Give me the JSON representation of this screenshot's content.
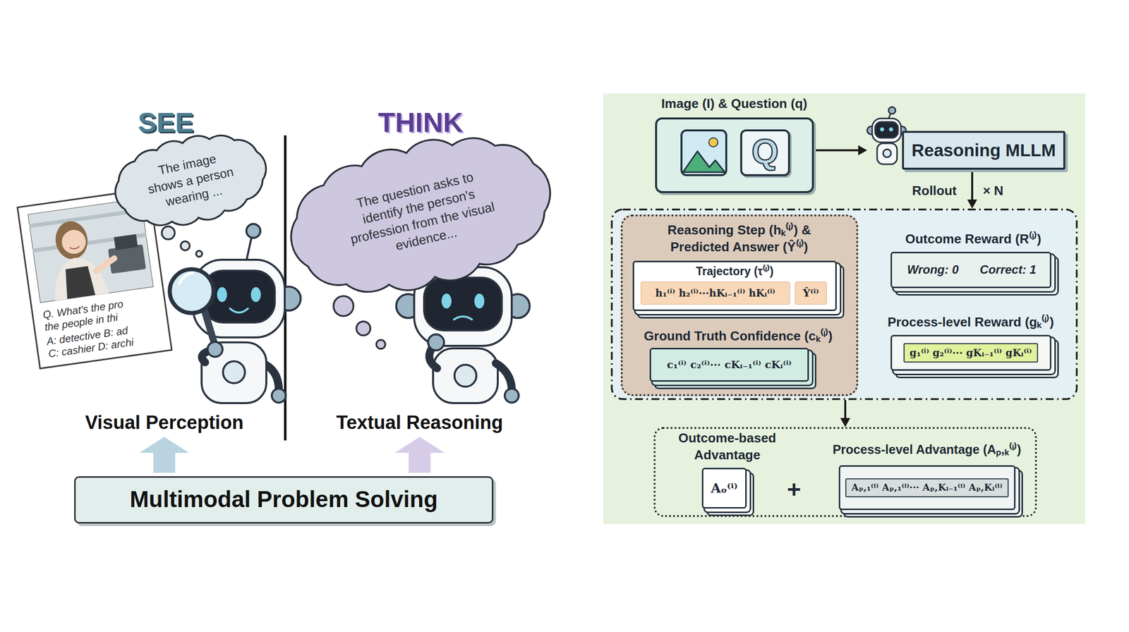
{
  "diagram": {
    "nodes": [
      {
        "text": [
          "Q. What's the pro the people in thi",
          "A: detective B: ad C: cashier D: archi"
        ]
      },
      {
        "text": [
          "The image shows a person wearing ..."
        ]
      },
      {
        "text": [
          "The question asks to identify the person's profession from the visual evidence..."
        ]
      },
      {
        "text": [
          "Multimodal Problem Solving"
        ]
      },
      {
        "text": [
          "Image (I) & Question (q)"
        ]
      },
      {
        "text": [
          "Q"
        ],
        "in": 4
      },
      {
        "text": [
          "Reasoning MLLM"
        ]
      },
      {
        "text": [
          "Rollout",
          "× N"
        ]
      },
      {
        "text": [
          "Reasoning Step (hₖ⁽ⁱ⁾) & Predicted Answer (Ŷ⁽ⁱ⁾)"
        ],
        "in": 7
      },
      {
        "text": [
          "Trajectory (τ⁽ⁱ⁾)"
        ],
        "in": 8
      },
      {
        "text": [
          "h₁⁽ⁱ⁾ h₂⁽ⁱ⁾···hKᵢ₋₁⁽ⁱ⁾ hKᵢ⁽ⁱ⁾"
        ],
        "in": 9
      },
      {
        "text": [
          "Ŷ⁽ⁱ⁾"
        ],
        "in": 9
      },
      {
        "text": [
          "Ground Truth Confidence (cₖ⁽ⁱ⁾)",
          "c₁⁽ⁱ⁾ c₂⁽ⁱ⁾··· cKᵢ₋₁⁽ⁱ⁾ cKᵢ⁽ⁱ⁾"
        ],
        "in": 8
      },
      {
        "text": [
          "Outcome Reward (R⁽ⁱ⁾)",
          "Wrong: 0",
          "Correct: 1"
        ],
        "in": 7
      },
      {
        "text": [
          "Process-level Reward (gₖ⁽ⁱ⁾)",
          "g₁⁽ⁱ⁾ g₂⁽ⁱ⁾··· gKᵢ₋₁⁽ⁱ⁾ gKᵢ⁽ⁱ⁾"
        ],
        "in": 7
      },
      {
        "text": [
          "+"
        ]
      },
      {
        "text": [
          "Outcome-based Advantage",
          "Aₒ⁽ⁱ⁾"
        ],
        "in": 15
      },
      {
        "text": [
          "Process-level Advantage (Aₚ,ₖ⁽ⁱ⁾)",
          "Aₚ,₁⁽ⁱ⁾ Aₚ,₁⁽ⁱ⁾··· Aₚ,Kᵢ₋₁⁽ⁱ⁾ Aₚ,Kᵢ⁽ⁱ⁾"
        ],
        "in": 15
      }
    ],
    "edges": [
      {
        "from": 4,
        "to": 6,
        "arrow": "to"
      },
      {
        "from": 6,
        "to": 7,
        "arrow": "to"
      },
      {
        "from": 8,
        "to": 13,
        "arrow": "to"
      },
      {
        "from": 8,
        "to": 14,
        "arrow": "to"
      },
      {
        "from": 7,
        "to": 15,
        "arrow": "to"
      }
    ],
    "labels": [
      "SEE",
      "THINK",
      "Visual Perception",
      "Textual Reasoning"
    ]
  }
}
